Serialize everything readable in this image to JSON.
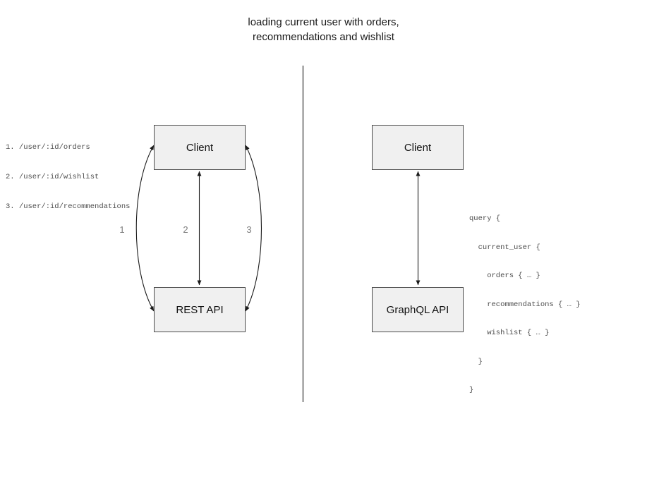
{
  "title": {
    "line1": "loading current user with orders,",
    "line2": "recommendations and wishlist"
  },
  "left_panel": {
    "endpoints": [
      "1. /user/:id/orders",
      "2. /user/:id/wishlist",
      "3. /user/:id/recommendations"
    ],
    "client_label": "Client",
    "api_label": "REST API",
    "arrow_labels": [
      "1",
      "2",
      "3"
    ]
  },
  "right_panel": {
    "client_label": "Client",
    "api_label": "GraphQL API",
    "query_lines": [
      "query {",
      "  current_user {",
      "    orders { … }",
      "    recommendations { … }",
      "    wishlist { … }",
      "  }",
      "}"
    ]
  },
  "colors": {
    "box_fill": "#f0f0f0",
    "box_border": "#4a4a4a",
    "arrow": "#1a1a1a",
    "code_text": "#4d4d4d",
    "number_text": "#7d7d7d",
    "divider": "#5a5a5a"
  }
}
